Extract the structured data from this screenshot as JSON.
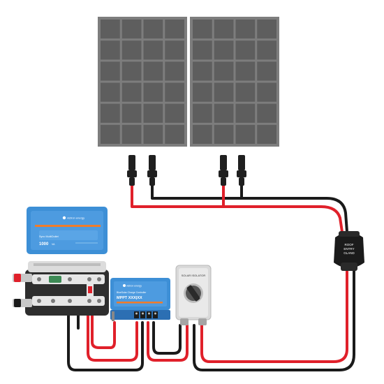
{
  "colors": {
    "panel_frame": "#7d7d7d",
    "panel_cell": "#5e5e5e",
    "red_wire": "#e0202a",
    "black_wire": "#1a1a1a",
    "victron_blue": "#3d8fd6",
    "victron_blue_dark": "#2c6fb3",
    "accent_orange": "#f07c2a"
  },
  "inverter": {
    "brand": "victron energy",
    "model_line": "Sync MultiOutlet",
    "rating": "1000",
    "rating_unit": "VA"
  },
  "mppt": {
    "brand": "victron energy",
    "product_line": "BlueSolar Charge Controller",
    "model": "MPPT XXX|XX"
  },
  "isolator": {
    "label": "SOLAR ISOLATOR"
  },
  "gland": {
    "line1": "ROOF",
    "line2": "ENTRY",
    "line3": "GLAND"
  }
}
